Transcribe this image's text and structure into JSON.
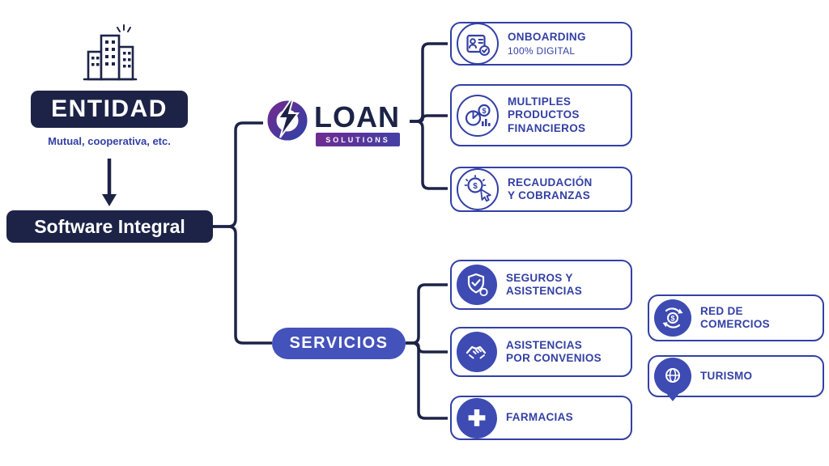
{
  "colors": {
    "navy": "#1d2347",
    "indigo_border": "#3340a5",
    "icon_fill": "#3d4bb2",
    "servicios_bg": "#4452bb",
    "loan_gradient_from": "#6e2c90",
    "loan_gradient_to": "#4340a5"
  },
  "entity": {
    "title": "ENTIDAD",
    "subtitle": "Mutual, cooperativa, etc.",
    "icon": "buildings-icon"
  },
  "flow": {
    "software_label": "Software Integral"
  },
  "loan": {
    "brand": "LOAN",
    "tagline": "SOLUTIONS",
    "icon": "bolt-ring-icon"
  },
  "servicios": {
    "label": "SERVICIOS"
  },
  "loan_items": [
    {
      "title": "ONBOARDING",
      "subtitle": "100% DIGITAL",
      "icon": "id-card-check-icon"
    },
    {
      "title": "MULTIPLES\nPRODUCTOS\nFINANCIEROS",
      "icon": "finance-chart-icon"
    },
    {
      "title": "RECAUDACIÓN\nY COBRANZAS",
      "icon": "coin-click-icon"
    }
  ],
  "servicios_items": [
    {
      "title": "SEGUROS Y\nASISTENCIAS",
      "icon": "shield-check-icon"
    },
    {
      "title": "ASISTENCIAS\nPOR CONVENIOS",
      "icon": "handshake-icon"
    },
    {
      "title": "FARMACIAS",
      "icon": "pharmacy-cross-icon"
    }
  ],
  "extra_items": [
    {
      "title": "RED DE\nCOMERCIOS",
      "icon": "commerce-network-icon"
    },
    {
      "title": "TURISMO",
      "icon": "tourism-pin-icon"
    }
  ]
}
